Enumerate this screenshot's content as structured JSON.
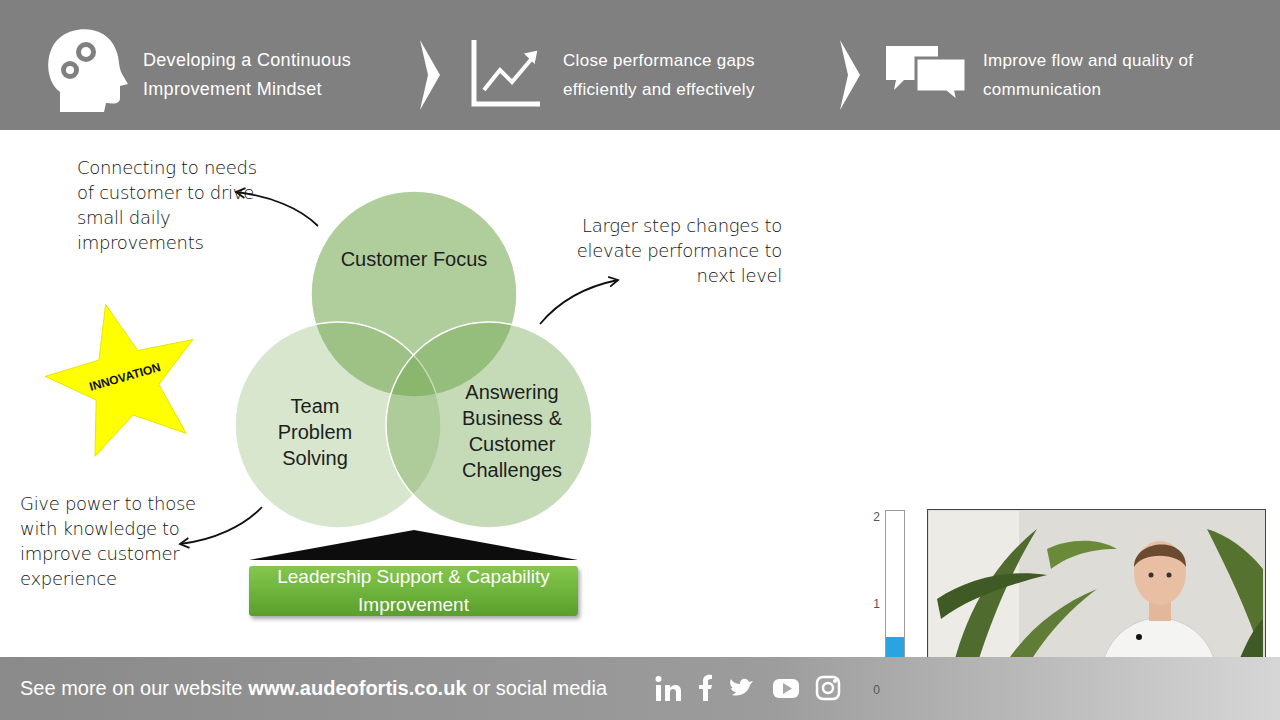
{
  "diagram": {
    "nodes": [
      {
        "text": [
          "Customer Focus"
        ]
      },
      {
        "text": [
          "INNOVATION"
        ]
      },
      {
        "text": [
          "Team Problem Solving"
        ]
      },
      {
        "text": [
          "Answering Business & Customer Challenges"
        ]
      },
      {
        "text": [
          "Leadership Support & Capability Improvement"
        ]
      }
    ],
    "labels": [
      "Developing a Continuous Improvement Mindset",
      "Close performance gaps efficiently and effectively",
      "Improve flow and quality of communication",
      "Connecting to needs of customer to drive small daily improvements",
      "Larger step changes to elevate performance to next level",
      "Give power to those with knowledge to improve customer experience",
      "2",
      "1",
      "0",
      "See more on our website",
      "www.audeofortis.co.uk",
      "or social media"
    ]
  }
}
